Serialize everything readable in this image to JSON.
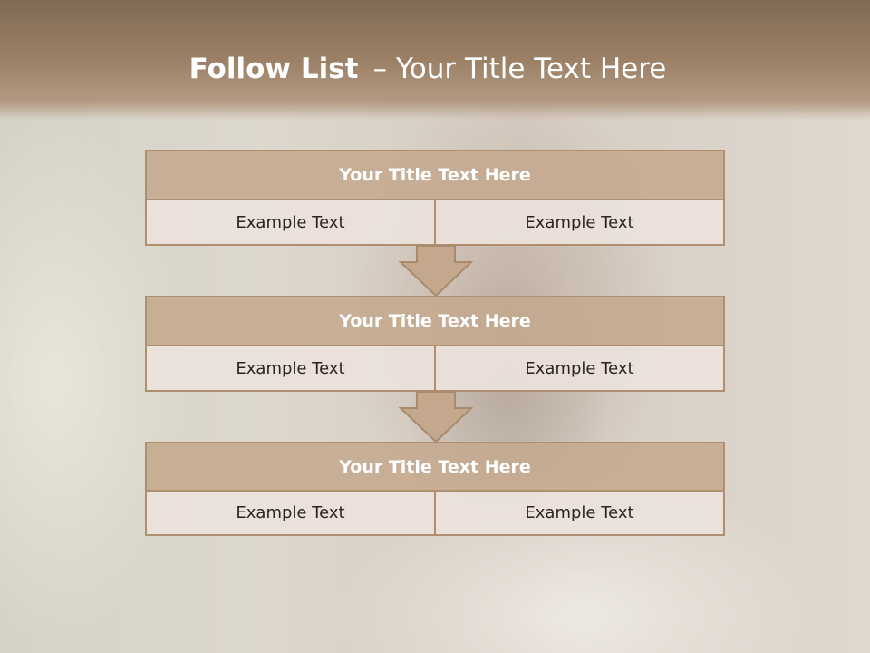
{
  "slide": {
    "title_bold": "Follow List",
    "title_separator": "–",
    "title_rest": "Your Title Text Here"
  },
  "blocks": [
    {
      "title": "Your Title Text Here",
      "cells": [
        "Example Text",
        "Example Text"
      ]
    },
    {
      "title": "Your Title Text Here",
      "cells": [
        "Example Text",
        "Example Text"
      ]
    },
    {
      "title": "Your Title Text Here",
      "cells": [
        "Example Text",
        "Example Text"
      ]
    }
  ],
  "colors": {
    "header": "#9b8066",
    "block_title_fill": "#c4a88e",
    "border": "#b08e70",
    "cell_fill": "#ece2dc",
    "arrow_fill": "#c4a88e"
  },
  "icons": [
    "down-arrow-icon",
    "down-arrow-icon"
  ]
}
